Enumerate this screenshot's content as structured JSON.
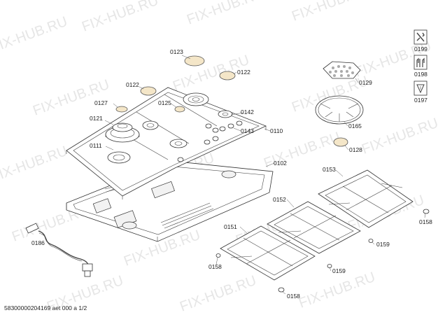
{
  "watermark": "FIX-HUB.RU",
  "footer": "58300000204169 aet 000 a 1/2",
  "callouts": {
    "c0123": "0123",
    "c0122a": "0122",
    "c0122b": "0122",
    "c0127": "0127",
    "c0125": "0125",
    "c0121": "0121",
    "c0142": "0142",
    "c0143": "0143",
    "c0110": "0110",
    "c0111": "0111",
    "c0102": "0102",
    "c0129": "0129",
    "c0165": "0165",
    "c0128": "0128",
    "c0153": "0153",
    "c0152": "0152",
    "c0151": "0151",
    "c0186": "0186",
    "c0158a": "0158",
    "c0158b": "0158",
    "c0158c": "0158",
    "c0159a": "0159",
    "c0159b": "0159"
  },
  "legend": [
    {
      "code": "0199",
      "icon": "tool-icon"
    },
    {
      "code": "0198",
      "icon": "gloves-icon"
    },
    {
      "code": "0197",
      "icon": "grease-icon"
    }
  ],
  "colors": {
    "line": "#333333",
    "watermark": "#e6e6e6",
    "cap": "#f4e6c8"
  }
}
